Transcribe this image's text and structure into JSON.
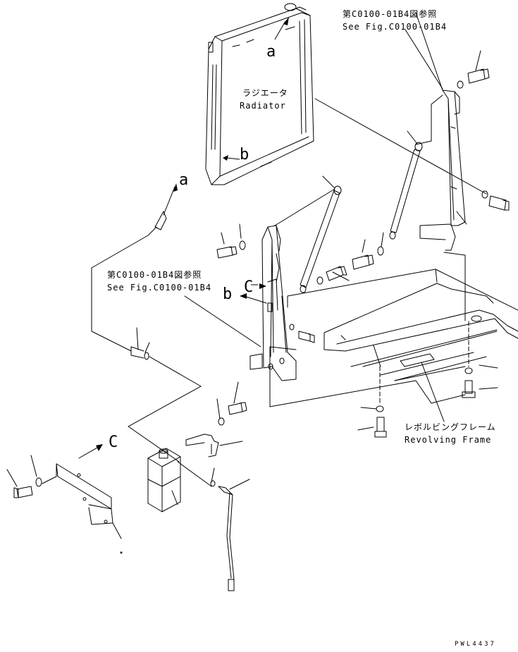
{
  "labels": {
    "ref_top_jp": "第C0100-01B4図参照",
    "ref_top_en": "See Fig.C0100-01B4",
    "radiator_jp": "ラジエータ",
    "radiator_en": "Radiator",
    "ref_mid_jp": "第C0100-01B4図参照",
    "ref_mid_en": "See Fig.C0100-01B4",
    "frame_jp": "レボルビングフレーム",
    "frame_en": "Revolving Frame",
    "drawing_code": "PWL4437"
  },
  "callouts": {
    "a_on_radiator": "a",
    "b_on_radiator": "b",
    "a_on_hose": "a",
    "b_on_bracket": "b",
    "c_on_bracket": "C",
    "c_on_tank_bracket": "C"
  }
}
